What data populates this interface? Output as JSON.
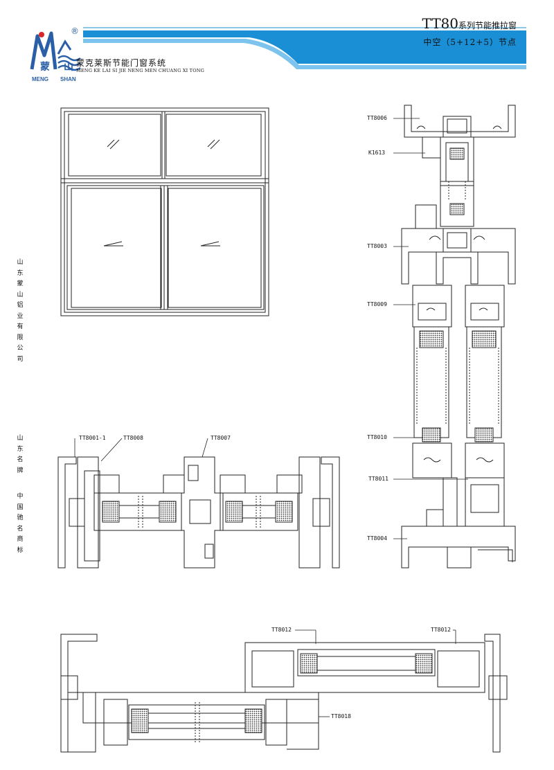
{
  "header": {
    "brand_cn": "蒙克莱斯节能门窗系统",
    "brand_en": "MENG KE LAI SI JIE NENG MEN CHUANG XI TONG",
    "logo_char_left": "蒙",
    "logo_char_right": "山",
    "logo_meng": "MENG",
    "logo_shan": "SHAN",
    "registered": "®",
    "title_main": "TT80",
    "title_series": "系列节能推拉窗",
    "subtitle": "中空（5+12+5）节点",
    "accent_color": "#1a8fd6"
  },
  "side_text": {
    "company": [
      "山",
      "东",
      "蒙",
      "山",
      "铝",
      "业",
      "有",
      "限",
      "公",
      "司"
    ],
    "slogan_a": [
      "山",
      "东",
      "名",
      "牌"
    ],
    "slogan_b": [
      "中",
      "国",
      "驰",
      "名",
      "商",
      "标"
    ]
  },
  "labels": {
    "vertical_section": [
      "TT8006",
      "K1613",
      "TT8003",
      "TT8009",
      "TT8010",
      "TT8011",
      "TT8004"
    ],
    "horizontal_section": [
      "TT8001-1",
      "TT8008",
      "TT8007"
    ],
    "bottom_section": [
      "TT8012",
      "TT8012",
      "TT8018"
    ]
  }
}
